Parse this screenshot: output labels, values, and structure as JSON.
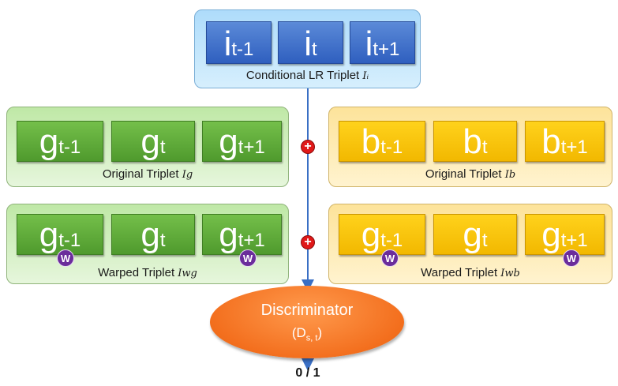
{
  "conditional": {
    "tiles": [
      {
        "main": "i",
        "sub": "t-1"
      },
      {
        "main": "i",
        "sub": "t"
      },
      {
        "main": "i",
        "sub": "t+1"
      }
    ],
    "caption": "Conditional LR Triplet",
    "caption_var": "Iᵢ"
  },
  "original_g": {
    "tiles": [
      {
        "main": "g",
        "sub": "t-1"
      },
      {
        "main": "g",
        "sub": "t"
      },
      {
        "main": "g",
        "sub": "t+1"
      }
    ],
    "caption": "Original Triplet",
    "caption_var": "Ig"
  },
  "original_b": {
    "tiles": [
      {
        "main": "b",
        "sub": "t-1"
      },
      {
        "main": "b",
        "sub": "t"
      },
      {
        "main": "b",
        "sub": "t+1"
      }
    ],
    "caption": "Original Triplet",
    "caption_var": "Ib"
  },
  "warped_g": {
    "tiles": [
      {
        "main": "g",
        "sub": "t-1"
      },
      {
        "main": "g",
        "sub": "t"
      },
      {
        "main": "g",
        "sub": "t+1"
      }
    ],
    "badge": "W",
    "caption": "Warped Triplet",
    "caption_var": "Iwg"
  },
  "warped_b": {
    "tiles": [
      {
        "main": "g",
        "sub": "t-1"
      },
      {
        "main": "g",
        "sub": "t"
      },
      {
        "main": "g",
        "sub": "t+1"
      }
    ],
    "badge": "W",
    "caption": "Warped Triplet",
    "caption_var": "Iwb"
  },
  "plus_symbol": "+",
  "discriminator": {
    "title": "Discriminator",
    "label": "(D",
    "label_sub": "s, t",
    "label_close": ")"
  },
  "output": "0 / 1",
  "colors": {
    "blue_tile": "#2f5fbf",
    "green_tile": "#4f9a2d",
    "yellow_tile": "#f2b800",
    "badge": "#6b2d9b",
    "plus": "#e01818",
    "discriminator": "#f36f1e",
    "arrow": "#3a6fc4"
  }
}
